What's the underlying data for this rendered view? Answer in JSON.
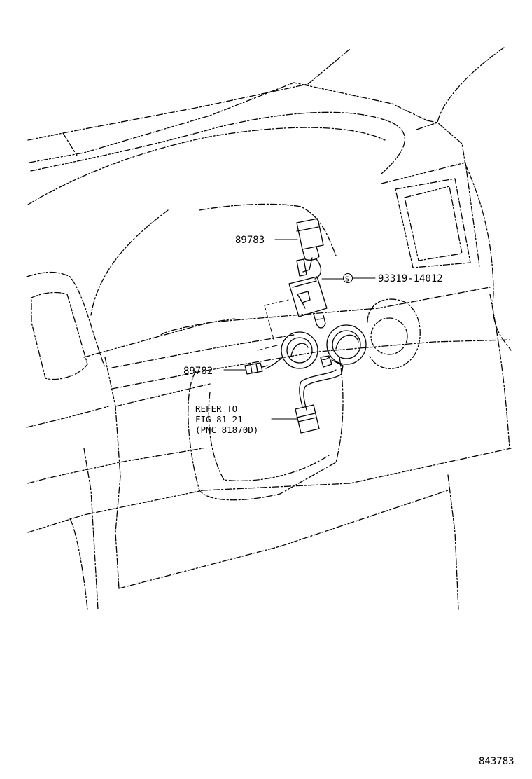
{
  "diagram": {
    "callouts": {
      "part_89783": "89783",
      "part_89782": "89782",
      "screw_symbol": "S",
      "screw_part": "93319-14012",
      "refer_line1": "REFER TO",
      "refer_line2": "FIG 81-21",
      "refer_line3": "(PNC 81870D)"
    },
    "illustration_code": "843783"
  }
}
